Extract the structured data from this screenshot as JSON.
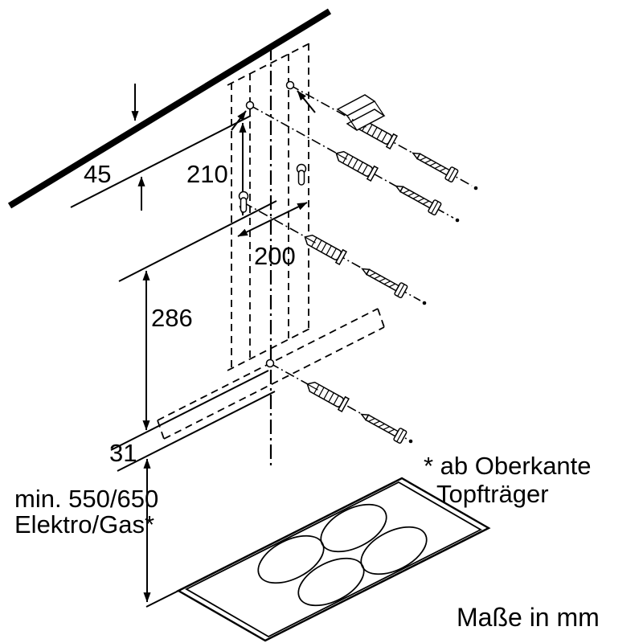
{
  "diagram_labels": {
    "dim_45": "45",
    "dim_210": "210",
    "dim_200": "200",
    "dim_286": "286",
    "dim_31": "31",
    "min_clearance_line1": "min. 550/650",
    "min_clearance_line2": "Elektro/Gas*",
    "footnote_line1": "* ab Oberkante",
    "footnote_line2": "Topfträger",
    "units_note": "Maße in mm"
  },
  "colors": {
    "ink": "#000000",
    "paper": "#ffffff"
  }
}
